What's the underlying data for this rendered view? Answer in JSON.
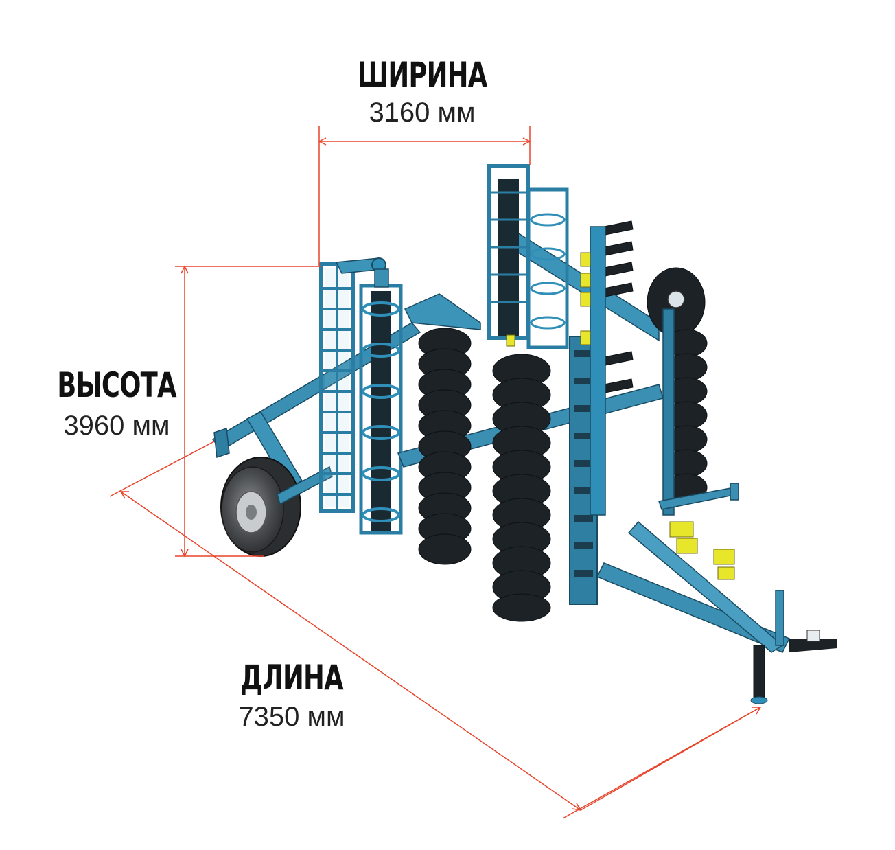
{
  "colors": {
    "dimension_line": "#e8442a",
    "machine_body": "#2f8fb8",
    "machine_dark": "#1a3c4e",
    "discs": "#1c2226",
    "springs": "#e8e62a",
    "tire": "#3a3d40"
  },
  "dimensions": {
    "width": {
      "title": "ШИРИНА",
      "value": "3160 мм"
    },
    "height": {
      "title": "ВЫСОТА",
      "value": "3960 мм"
    },
    "length": {
      "title": "ДЛИНА",
      "value": "7350 мм"
    }
  },
  "illustration": {
    "icon": "disc-harrow-machine-illustration"
  }
}
